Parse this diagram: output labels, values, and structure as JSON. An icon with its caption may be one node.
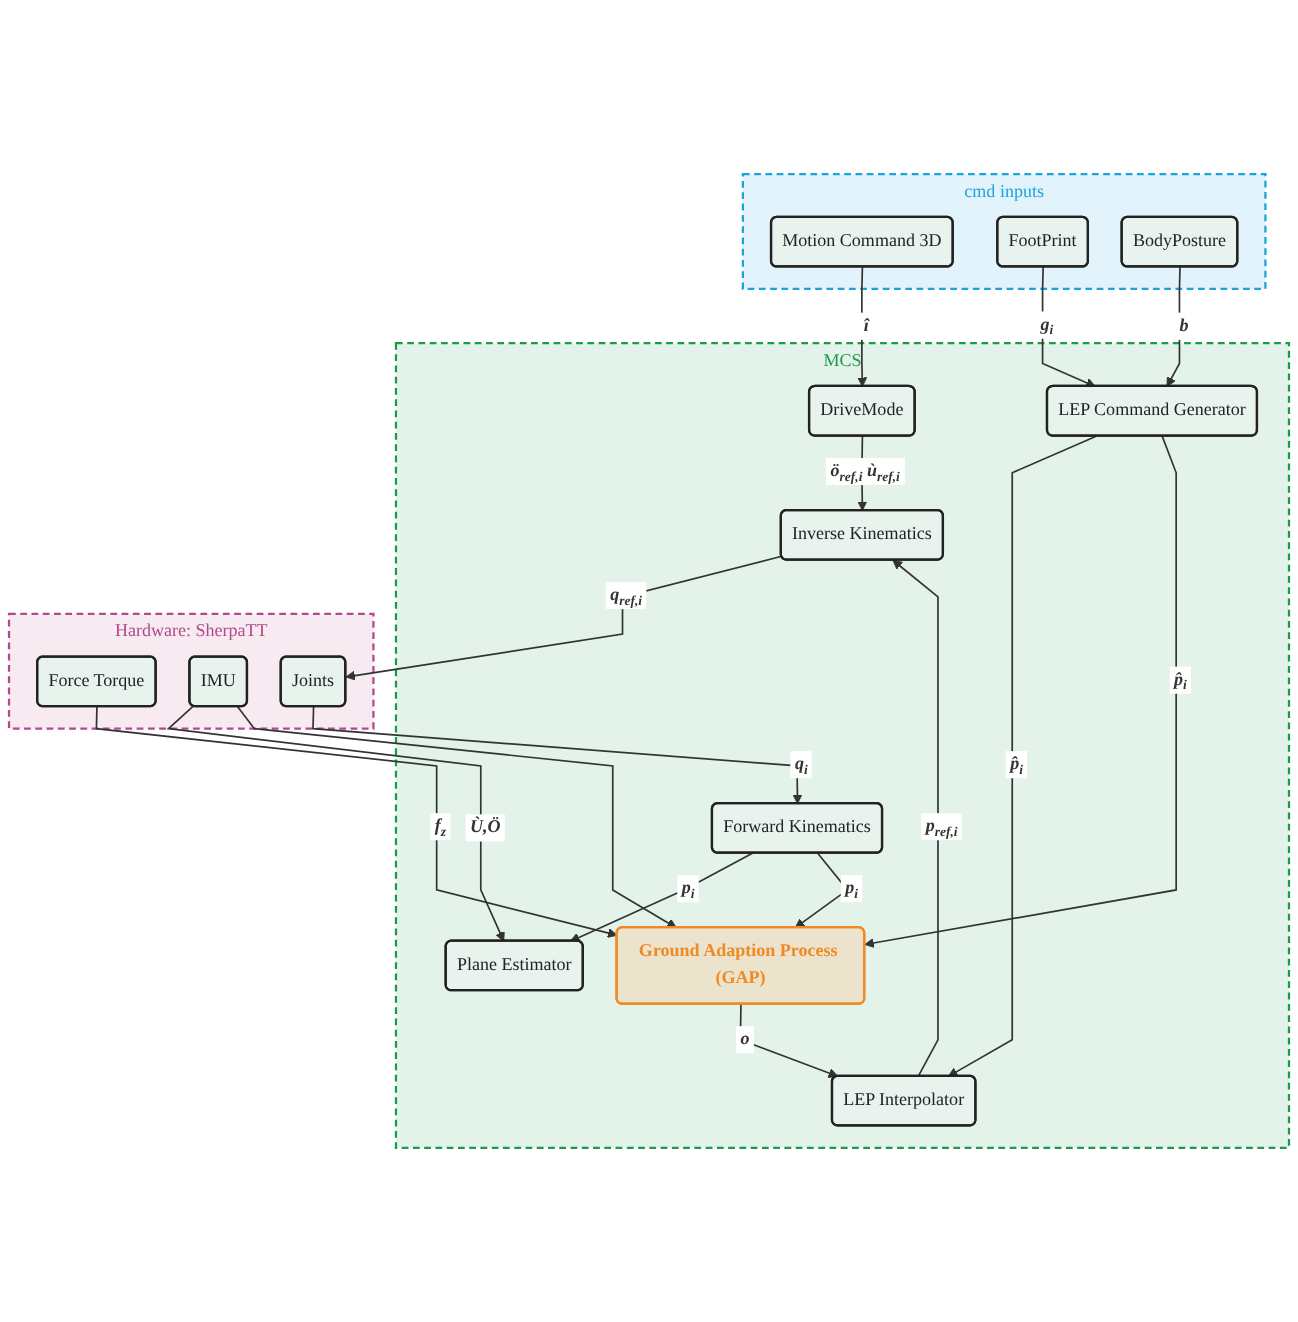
{
  "diagram": {
    "nodes": [
      {
        "text": [
          "cmd inputs"
        ]
      },
      {
        "text": [
          "Motion Command 3D"
        ],
        "in": 0
      },
      {
        "text": [
          "FootPrint"
        ],
        "in": 0
      },
      {
        "text": [
          "BodyPosture"
        ],
        "in": 0
      },
      {
        "text": [
          "MCS"
        ]
      },
      {
        "text": [
          "DriveMode"
        ],
        "in": 4
      },
      {
        "text": [
          "LEP Command Generator"
        ],
        "in": 4
      },
      {
        "text": [
          "Ground Adaption Process (GAP)"
        ],
        "in": 4
      },
      {
        "text": [
          "LEP Interpolator"
        ],
        "in": 4
      },
      {
        "text": [
          "Plane Estimator"
        ],
        "in": 4
      },
      {
        "text": [
          "Forward Kinematics"
        ],
        "in": 4
      },
      {
        "text": [
          "Inverse Kinematics"
        ],
        "in": 4
      },
      {
        "text": [
          "Hardware: SherpaTT"
        ]
      },
      {
        "text": [
          "Force Torque"
        ],
        "in": 12
      },
      {
        "text": [
          "Joints"
        ],
        "in": 12
      },
      {
        "text": [
          "IMU"
        ],
        "in": 12
      }
    ],
    "edges": [
      {
        "from": 1,
        "to": 5,
        "arrow": "to",
        "label": "î"
      },
      {
        "from": 2,
        "to": 6,
        "arrow": "to",
        "label": "g$_{i}$"
      },
      {
        "from": 3,
        "to": 6,
        "arrow": "to",
        "label": "b"
      },
      {
        "from": 5,
        "to": 11,
        "arrow": "to",
        "label": "ö$_{ref,i}$ ù$_{ref,i}$"
      },
      {
        "from": 6,
        "to": 8,
        "arrow": "to",
        "label": "p̂$_{i}$"
      },
      {
        "from": 6,
        "to": 7,
        "arrow": "to",
        "label": "p̂$_{i}$"
      },
      {
        "from": 7,
        "to": 8,
        "arrow": "to",
        "label": "o"
      },
      {
        "from": 10,
        "to": 9,
        "arrow": "to",
        "label": "p$_{i}$"
      },
      {
        "from": 10,
        "to": 7,
        "arrow": "to",
        "label": "p$_{i}$"
      },
      {
        "from": 15,
        "to": 9,
        "arrow": "to",
        "label": "Ù,Ö"
      },
      {
        "from": 15,
        "to": 7,
        "arrow": "to"
      },
      {
        "from": 8,
        "to": 11,
        "arrow": "to",
        "label": "p$_{ref,i}$"
      },
      {
        "from": 11,
        "to": 14,
        "arrow": "to",
        "label": "q$_{ref,i}$"
      },
      {
        "from": 13,
        "to": 7,
        "arrow": "to",
        "label": "f$_{z}$"
      },
      {
        "from": 14,
        "to": 10,
        "arrow": "to",
        "label": "q$_{i}$"
      }
    ]
  }
}
